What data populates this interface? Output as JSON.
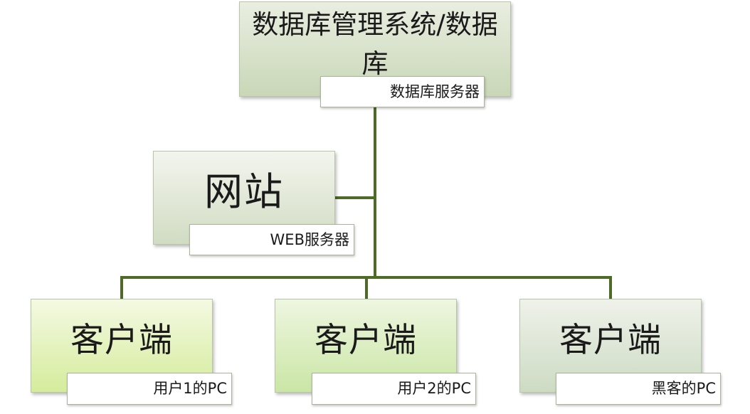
{
  "diagram": {
    "nodes": {
      "database": {
        "title": "数据库管理系统/数据库",
        "label": "数据库服务器"
      },
      "website": {
        "title": "网站",
        "label": "WEB服务器"
      },
      "client1": {
        "title": "客户端",
        "label": "用户1的PC"
      },
      "client2": {
        "title": "客户端",
        "label": "用户2的PC"
      },
      "client3": {
        "title": "客户端",
        "label": "黑客的PC"
      }
    },
    "colors": {
      "connector": "#4d6b24",
      "database_fill": "#c9d7b7",
      "website_fill": "#d1dcc3",
      "client1_fill": "#d5ec9c",
      "client2_fill": "#cae6a6",
      "client3_fill": "#cddbc3"
    }
  }
}
